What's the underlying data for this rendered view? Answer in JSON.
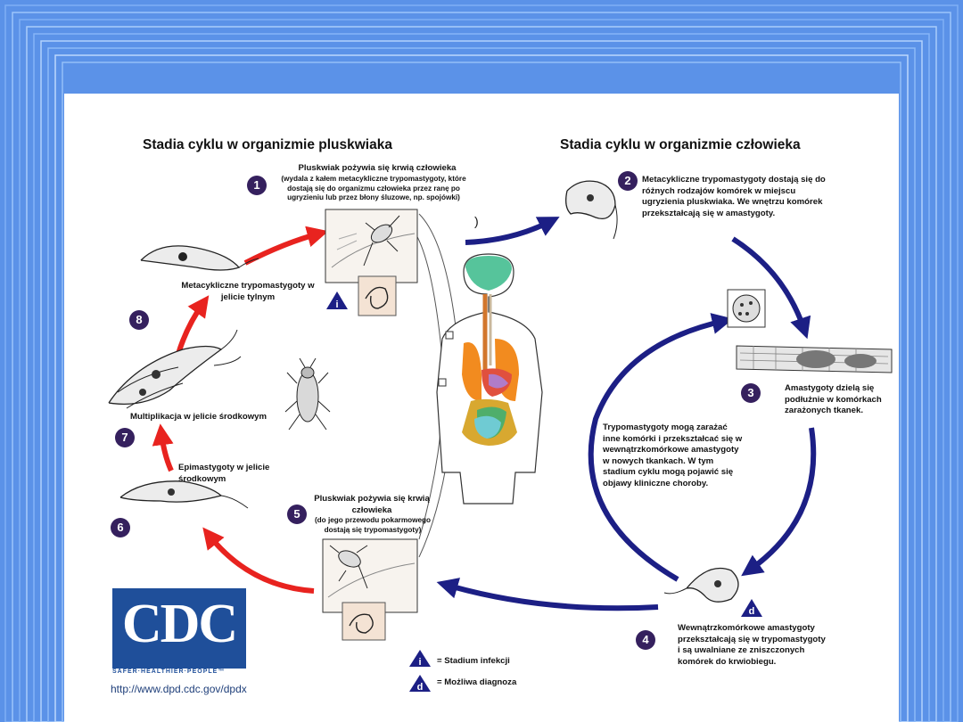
{
  "colors": {
    "frame_blue": "#5b92e8",
    "insect_arrow": "#e8231f",
    "human_arrow": "#1c1f85",
    "badge": "#35205e",
    "cdc_blue": "#1f4f9a"
  },
  "titles": {
    "insect": "Stadia cyklu w organizmie pluskwiaka",
    "human": "Stadia cyklu w organizmie człowieka"
  },
  "steps": {
    "s1": {
      "num": "1",
      "title": "Pluskwiak pożywia się krwią człowieka",
      "sub": "(wydala z kałem metacykliczne trypomastygoty, które dostają się do organizmu człowieka przez ranę po ugryzieniu lub przez błony śluzowe, np. spojówki)"
    },
    "s2": {
      "num": "2",
      "text": "Metacykliczne trypomastygoty dostają się do różnych rodzajów komórek w miejscu ugryzienia pluskwiaka. We wnętrzu komórek przekształcają się w amastygoty."
    },
    "s3": {
      "num": "3",
      "text": "Amastygoty dzielą się podłużnie w komórkach zarażonych tkanek."
    },
    "s4": {
      "num": "4",
      "text": "Wewnątrzkomórkowe amastygoty przekształcają się w trypomastygoty i są uwalniane ze zniszczonych komórek do krwiobiegu."
    },
    "s5": {
      "num": "5",
      "title": "Pluskwiak pożywia się krwią człowieka",
      "sub": "(do jego przewodu pokarmowego dostają się trypomastygoty)"
    },
    "s6": {
      "num": "6",
      "text": "Epimastygoty w jelicie środkowym"
    },
    "s7": {
      "num": "7",
      "text": "Multiplikacja w jelicie środkowym"
    },
    "s8": {
      "num": "8",
      "text": "Metacykliczne trypomastygoty w jelicie tylnym"
    }
  },
  "center_note": "Trypomastygoty mogą zarażać inne komórki i przekształcać się w wewnątrzkomórkowe amastygoty w nowych tkankach. W tym stadium cyklu mogą pojawić się objawy kliniczne choroby.",
  "stray_mark": ")",
  "legend": {
    "infection_letter": "i",
    "infection": "= Stadium infekcji",
    "diagnosis_letter": "d",
    "diagnosis": "= Możliwa diagnoza"
  },
  "cdc": {
    "logo": "CDC",
    "tagline": "SAFER·HEALTHIER·PEOPLE™",
    "url": "http://www.dpd.cdc.gov/dpdx"
  }
}
